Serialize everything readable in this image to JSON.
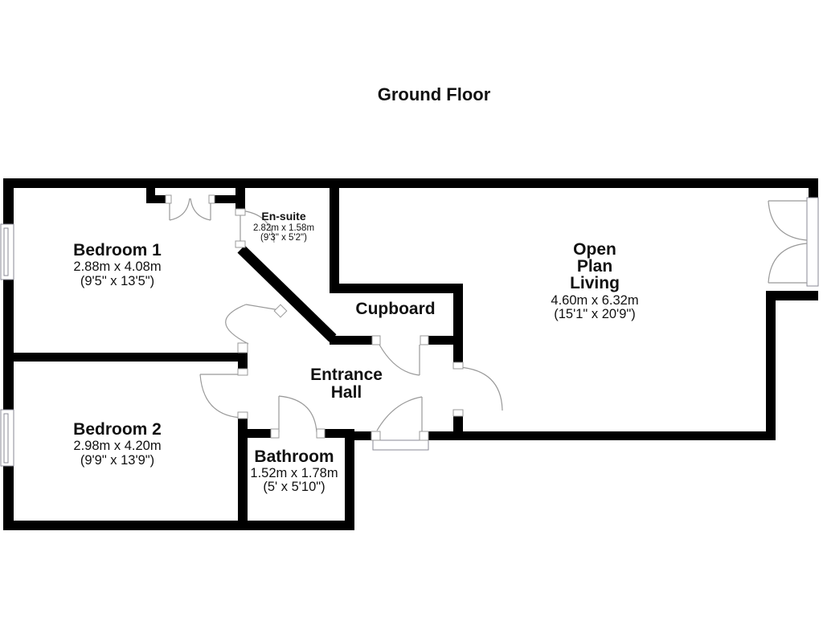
{
  "title": "Ground Floor",
  "style": {
    "wall_color": "#000000",
    "door_arc_color": "#999999",
    "text_color": "#111111",
    "background_color": "#ffffff"
  },
  "rooms": {
    "bedroom1": {
      "name": "Bedroom 1",
      "metric": "2.88m x 4.08m",
      "imperial": "(9'5\" x 13'5\")"
    },
    "ensuite": {
      "name": "En-suite",
      "metric": "2.82m x 1.58m",
      "imperial": "(9'3\" x 5'2\")"
    },
    "cupboard": {
      "name": "Cupboard"
    },
    "entranceHall": {
      "line1": "Entrance",
      "line2": "Hall"
    },
    "openPlanLiving": {
      "line1": "Open",
      "line2": "Plan",
      "line3": "Living",
      "metric": "4.60m x 6.32m",
      "imperial": "(15'1\" x 20'9\")"
    },
    "bedroom2": {
      "name": "Bedroom 2",
      "metric": "2.98m x 4.20m",
      "imperial": "(9'9\" x 13'9\")"
    },
    "bathroom": {
      "name": "Bathroom",
      "metric": "1.52m x 1.78m",
      "imperial": "(5' x 5'10\")"
    }
  }
}
